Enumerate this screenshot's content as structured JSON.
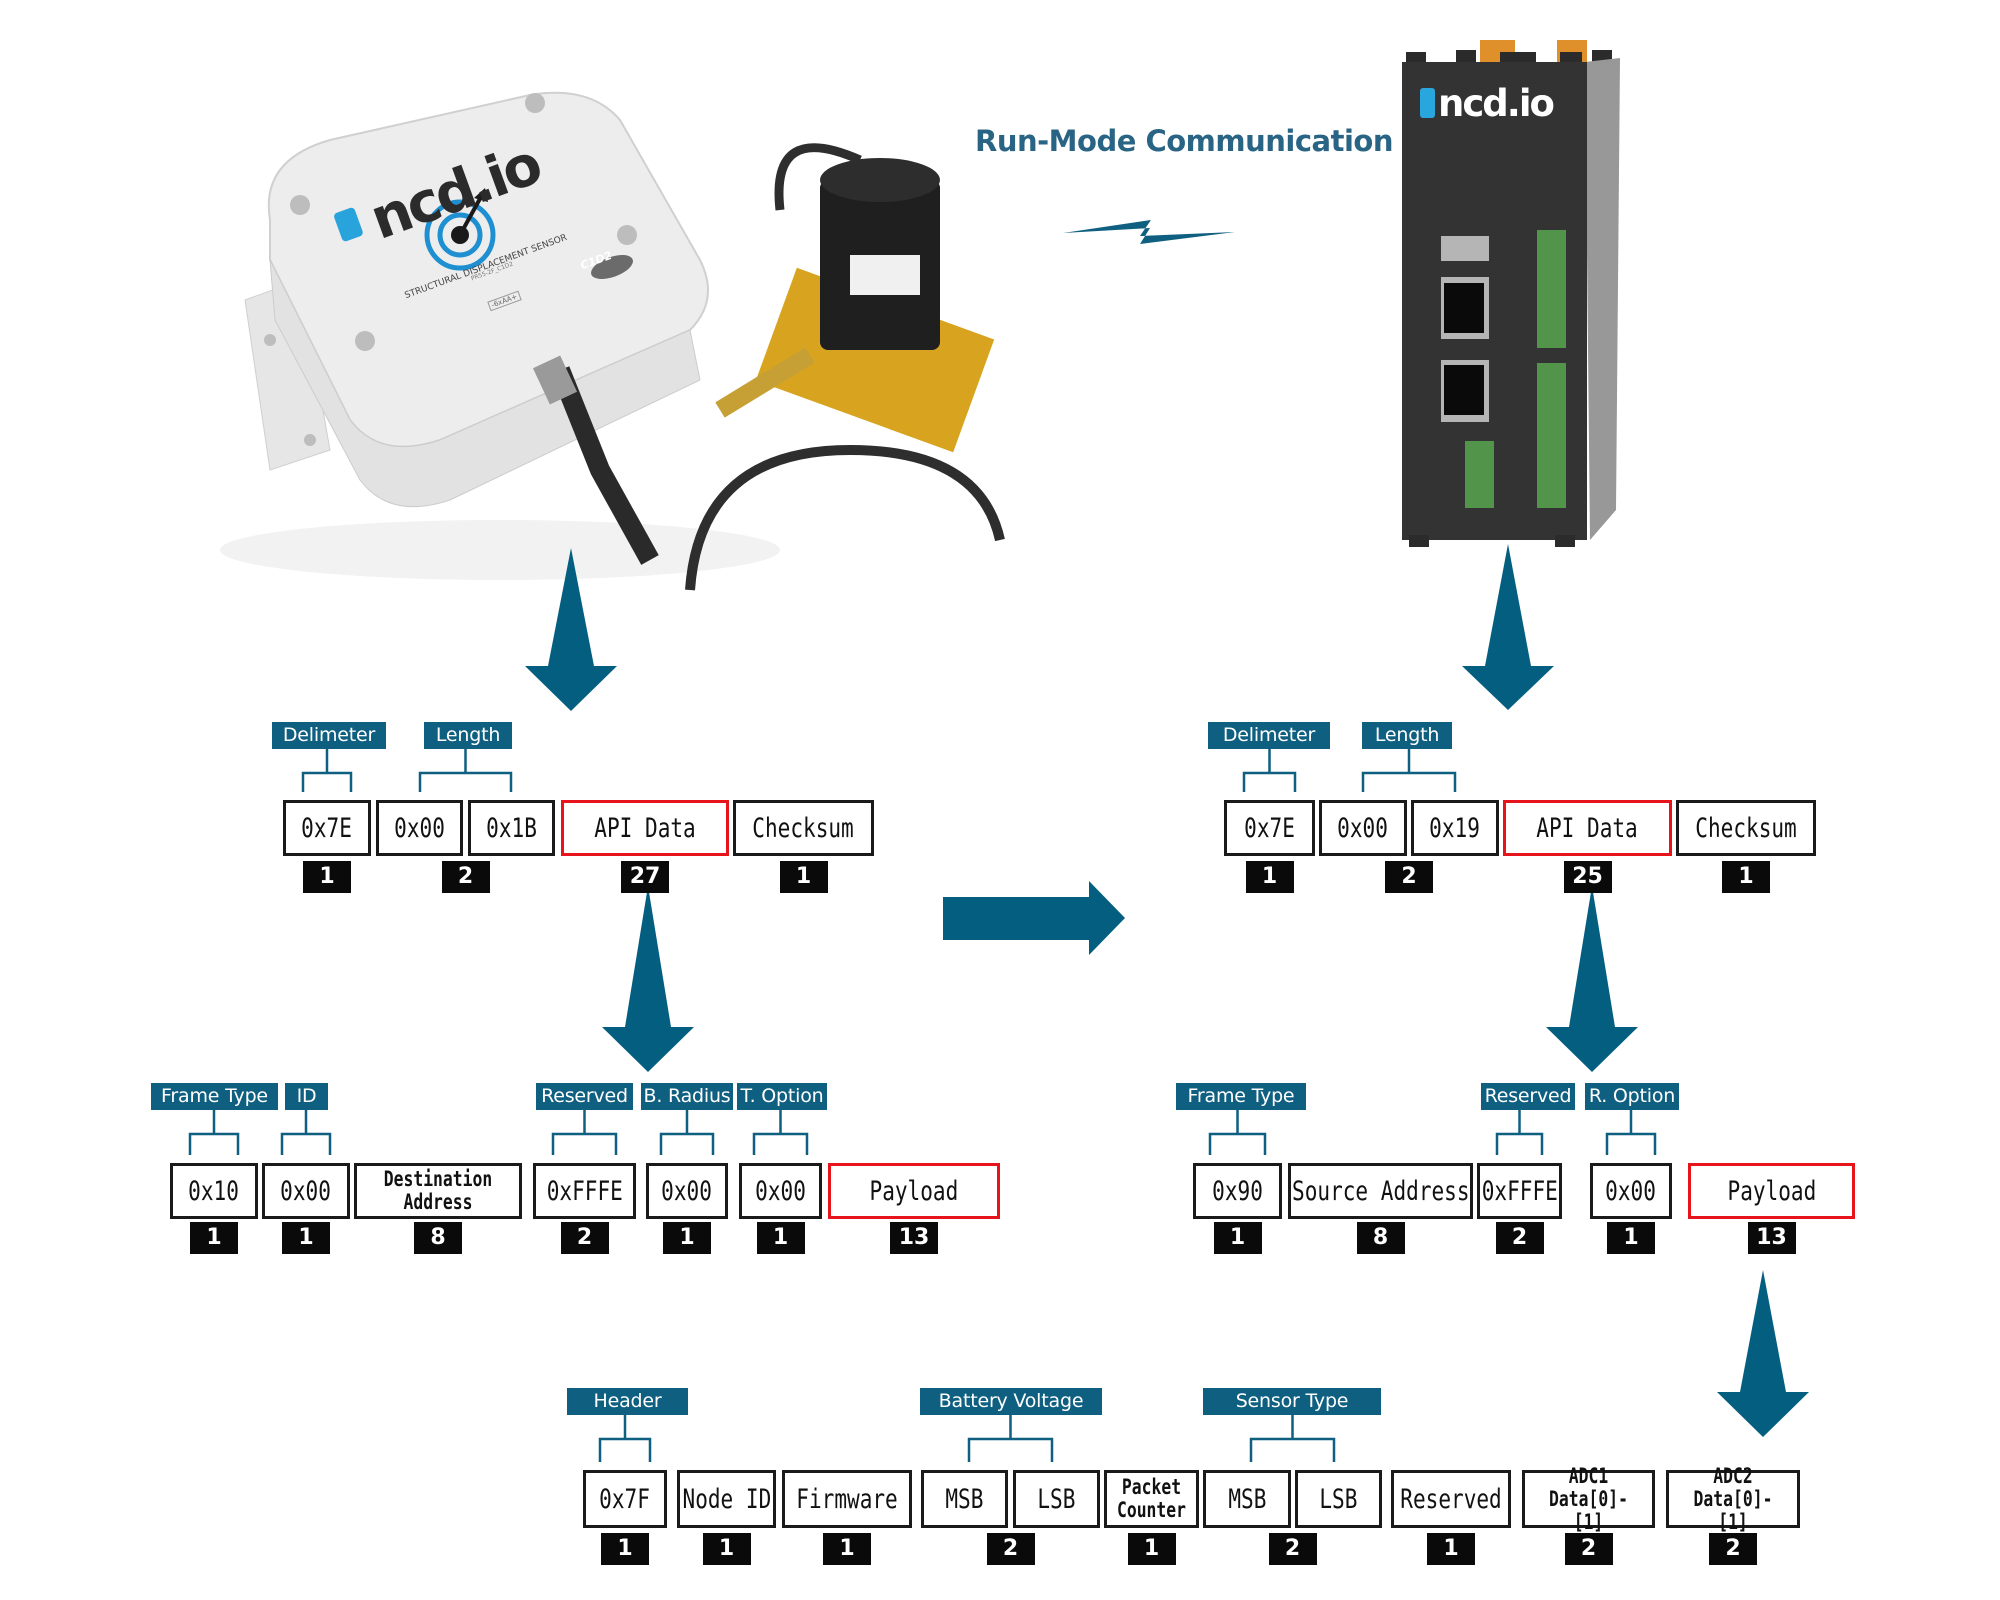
{
  "title": "Run-Mode Communication",
  "colors": {
    "accent": "#0f5f80",
    "arrow": "#045e80",
    "highlight_border": "#e8141c",
    "badge": "#0a0a0a",
    "gateway_body": "#333333",
    "terminal_green": "#53944b",
    "connector_orange": "#e0902a"
  },
  "sensor_device": {
    "brand": "ncd.io",
    "product": "STRUCTURAL DISPLACEMENT SENSOR",
    "model_badge": "C1D2",
    "part_number": "PR55-2F_C1D2",
    "battery_label": "-6xAA+"
  },
  "gateway_device": {
    "brand": "ncd.io"
  },
  "tx_frame": {
    "labels": [
      "Delimeter",
      "Length"
    ],
    "fields": [
      {
        "text": "0x7E",
        "bytes": "1",
        "highlight": false
      },
      {
        "text": "0x00",
        "bytes": "2",
        "highlight": false
      },
      {
        "text": "0x1B",
        "bytes": "",
        "highlight": false
      },
      {
        "text": "API Data",
        "bytes": "27",
        "highlight": true
      },
      {
        "text": "Checksum",
        "bytes": "1",
        "highlight": false
      }
    ]
  },
  "rx_frame": {
    "labels": [
      "Delimeter",
      "Length"
    ],
    "fields": [
      {
        "text": "0x7E",
        "bytes": "1",
        "highlight": false
      },
      {
        "text": "0x00",
        "bytes": "2",
        "highlight": false
      },
      {
        "text": "0x19",
        "bytes": "",
        "highlight": false
      },
      {
        "text": "API Data",
        "bytes": "25",
        "highlight": true
      },
      {
        "text": "Checksum",
        "bytes": "1",
        "highlight": false
      }
    ]
  },
  "tx_api": {
    "labels": [
      "Frame Type",
      "ID",
      "Reserved",
      "B. Radius",
      "T. Option"
    ],
    "fields": [
      {
        "text": "0x10",
        "bytes": "1"
      },
      {
        "text": "0x00",
        "bytes": "1"
      },
      {
        "text": "Destination Address",
        "bytes": "8"
      },
      {
        "text": "0xFFFE",
        "bytes": "2"
      },
      {
        "text": "0x00",
        "bytes": "1"
      },
      {
        "text": "0x00",
        "bytes": "1"
      },
      {
        "text": "Payload",
        "bytes": "13",
        "highlight": true
      }
    ]
  },
  "rx_api": {
    "labels": [
      "Frame Type",
      "Reserved",
      "R. Option"
    ],
    "fields": [
      {
        "text": "0x90",
        "bytes": "1"
      },
      {
        "text": "Source Address",
        "bytes": "8"
      },
      {
        "text": "0xFFFE",
        "bytes": "2"
      },
      {
        "text": "0x00",
        "bytes": "1"
      },
      {
        "text": "Payload",
        "bytes": "13",
        "highlight": true
      }
    ]
  },
  "payload": {
    "labels": [
      "Header",
      "Battery Voltage",
      "Sensor Type"
    ],
    "fields": [
      {
        "text": "0x7F",
        "bytes": "1"
      },
      {
        "text": "Node ID",
        "bytes": "1"
      },
      {
        "text": "Firmware",
        "bytes": "1"
      },
      {
        "text": "MSB",
        "bytes": "2"
      },
      {
        "text": "LSB",
        "bytes": ""
      },
      {
        "text": "Packet Counter",
        "bytes": "1"
      },
      {
        "text": "MSB",
        "bytes": "2"
      },
      {
        "text": "LSB",
        "bytes": ""
      },
      {
        "text": "Reserved",
        "bytes": "1"
      },
      {
        "text": "ADC1 Data[0]-[1]",
        "bytes": "2"
      },
      {
        "text": "ADC2 Data[0]-[1]",
        "bytes": "2"
      }
    ]
  }
}
